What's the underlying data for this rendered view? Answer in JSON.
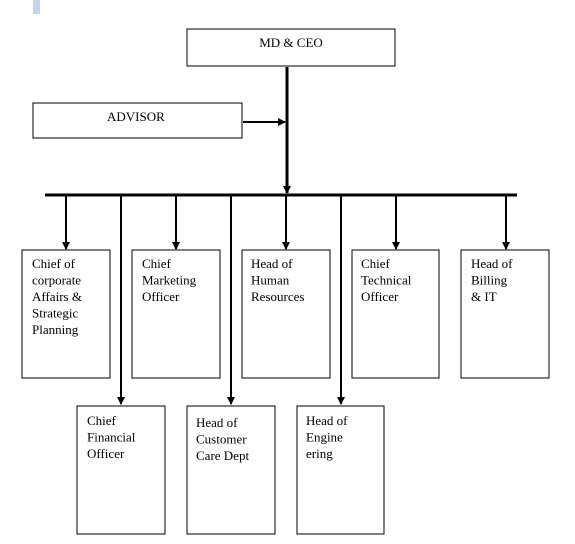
{
  "diagram": {
    "type": "org-chart",
    "nodes": {
      "ceo": {
        "lines": [
          "MD & CEO"
        ]
      },
      "advisor": {
        "lines": [
          "ADVISOR"
        ]
      },
      "corporate_affairs": {
        "lines": [
          "Chief of",
          "corporate",
          "Affairs &",
          "Strategic",
          "Planning"
        ]
      },
      "marketing": {
        "lines": [
          "Chief",
          "Marketing",
          "Officer"
        ]
      },
      "hr": {
        "lines": [
          "Head of",
          "Human",
          "Resources"
        ]
      },
      "technical": {
        "lines": [
          "Chief",
          "Technical",
          "Officer"
        ]
      },
      "billing": {
        "lines": [
          "Head of",
          "Billing",
          "& IT"
        ]
      },
      "financial": {
        "lines": [
          "Chief",
          "Financial",
          "Officer"
        ]
      },
      "customer_care": {
        "lines": [
          "Head of",
          "Customer",
          "Care Dept"
        ]
      },
      "engineering": {
        "lines": [
          "Head of",
          "Engine",
          "ering"
        ]
      }
    },
    "edges": [
      {
        "from": "advisor",
        "to": "ceo"
      },
      {
        "from": "ceo",
        "to": "corporate_affairs"
      },
      {
        "from": "ceo",
        "to": "marketing"
      },
      {
        "from": "ceo",
        "to": "hr"
      },
      {
        "from": "ceo",
        "to": "technical"
      },
      {
        "from": "ceo",
        "to": "billing"
      },
      {
        "from": "ceo",
        "to": "financial"
      },
      {
        "from": "ceo",
        "to": "customer_care"
      },
      {
        "from": "ceo",
        "to": "engineering"
      }
    ]
  },
  "colors": {
    "line": "#000000",
    "box_border": "#000000",
    "text": "#000000",
    "corner_marker": "#c5d5ee"
  }
}
